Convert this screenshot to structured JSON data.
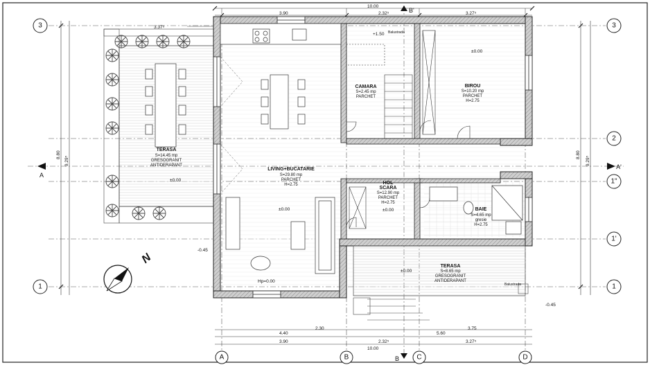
{
  "axes": {
    "rows": [
      "3",
      "2",
      "1\"",
      "1'",
      "1"
    ],
    "cols": [
      "A",
      "B",
      "C",
      "D"
    ],
    "sections": [
      "A",
      "A'",
      "B",
      "B'"
    ]
  },
  "dims": {
    "top_total": "10.00",
    "top_a": "3.90",
    "top_b": "2.32⁵",
    "top_c": "3.27⁵",
    "terrace_w": "3.37⁵",
    "bot_total": "10.00",
    "bot_a": "3.90",
    "bot_b": "2.32⁵",
    "bot_c": "3.27⁵",
    "bot_440": "4.40",
    "bot_560": "5.60",
    "bot_375": "3.75",
    "bot_230": "2.30",
    "left_total": "8.80",
    "left_929": "9.29⁵",
    "right_total": "8.80",
    "right_929": "9.29⁵",
    "lvl_045a": "-0.45",
    "lvl_045b": "-0.45"
  },
  "rooms": {
    "terasa1": {
      "name": "TERASA",
      "area": "S=14.45 mp",
      "f1": "GRESOGRANIT",
      "f2": "ANTIDERAPANT",
      "lvl": "±0.00"
    },
    "living": {
      "name": "LIVING+BUCATARIE",
      "area": "S=29.80 mp",
      "floor": "PARCHET",
      "h": "H=2.75",
      "lvl": "±0.00"
    },
    "camara": {
      "name": "CAMARA",
      "area": "S=2.45 mp",
      "floor": "PARCHET",
      "lvl": "+1.50"
    },
    "birou": {
      "name": "BIROU",
      "area": "S=10.20 mp",
      "floor": "PARCHET",
      "h": "H=2.75",
      "lvl": "±0.00"
    },
    "hol": {
      "name": "HOL",
      "name2": "SCARA",
      "area": "S=12.90 mp",
      "floor": "PARCHET",
      "h": "H=2.75",
      "lvl": "±0.00"
    },
    "baie": {
      "name": "BAIE",
      "area": "S=4.65 mp",
      "floor": "gresie",
      "h": "H=2.75"
    },
    "terasa2": {
      "name": "TERASA",
      "area": "S=8.65 mp",
      "f1": "GRESOGRANIT",
      "f2": "ANTIDERAPANT",
      "lvl": "±0.00"
    }
  },
  "notes": {
    "balustrada1": "Balustrada",
    "balustrada2": "Balustrada",
    "north": "N",
    "hp": "Hp=0.00"
  }
}
